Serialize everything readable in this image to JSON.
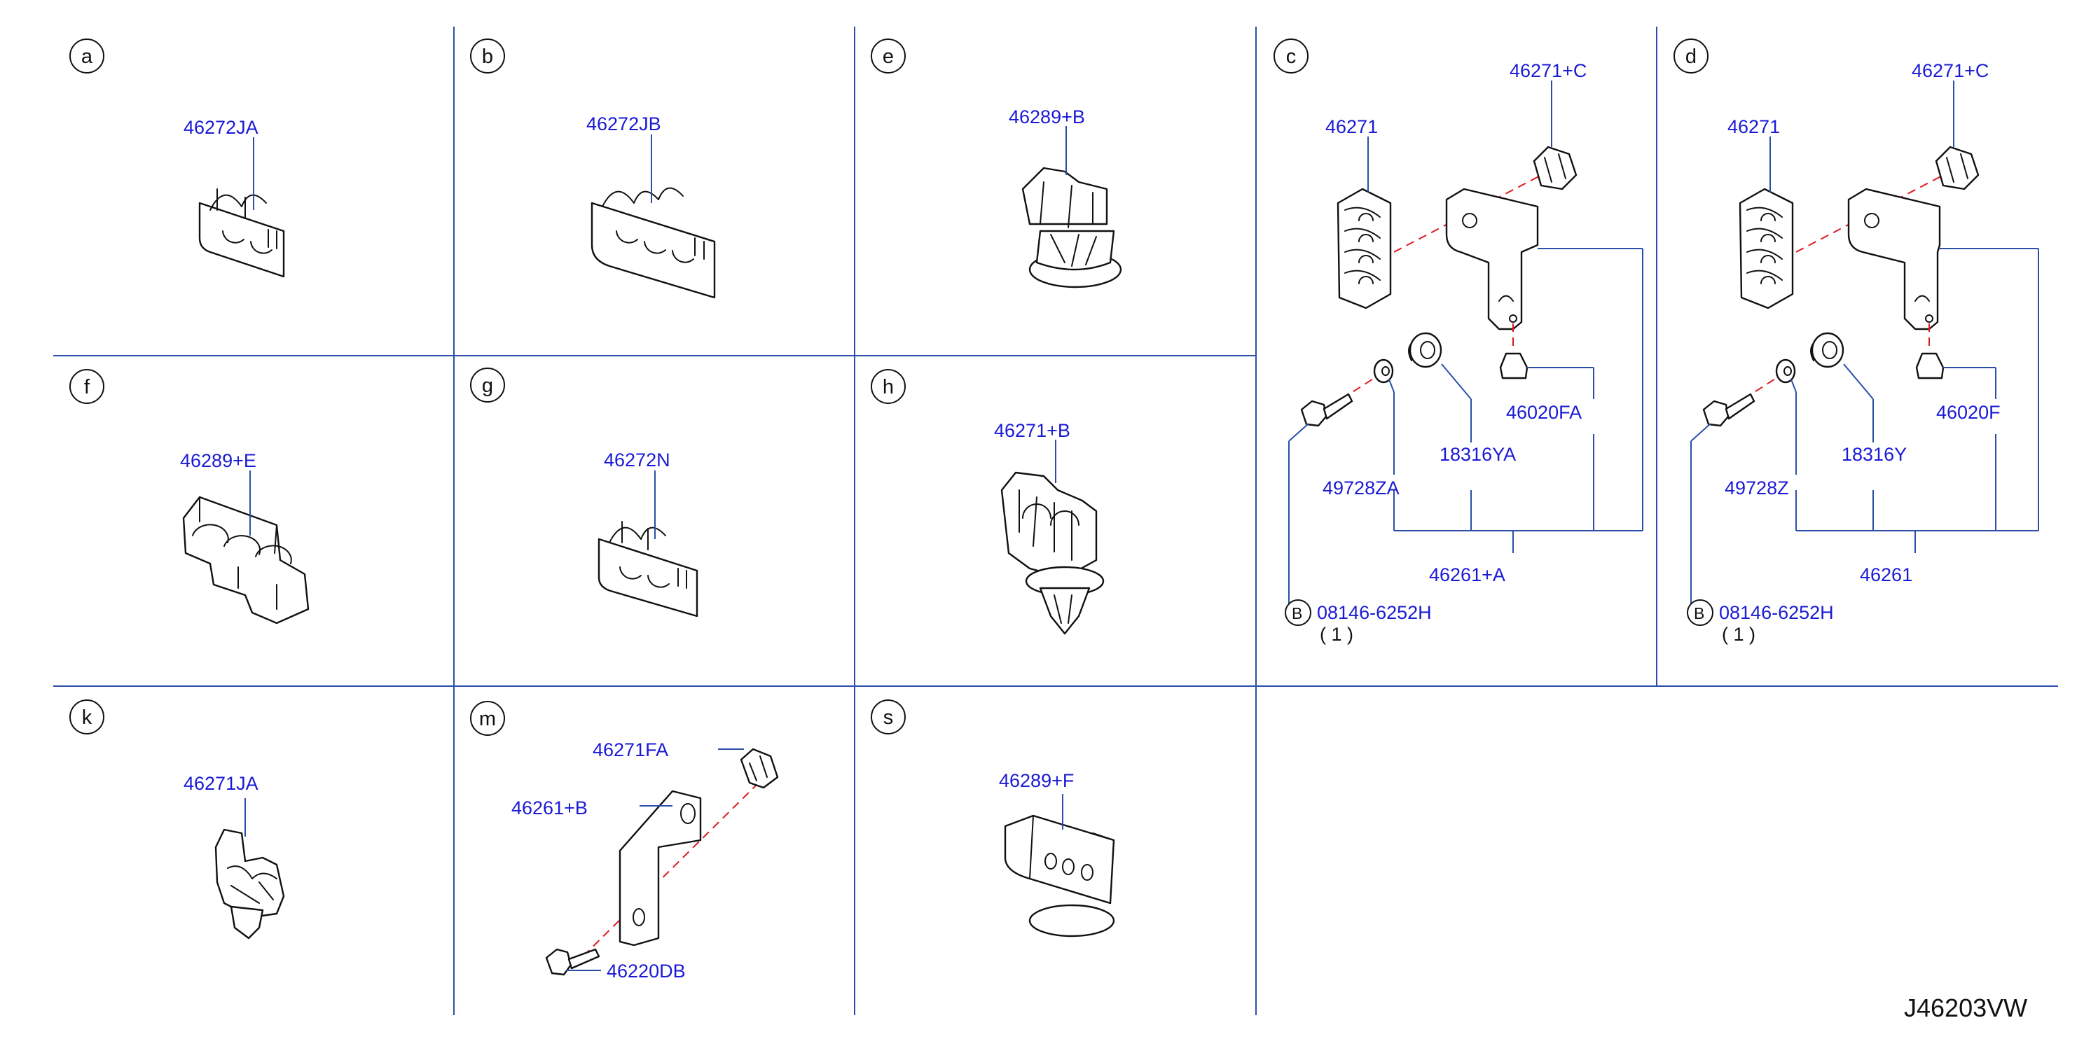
{
  "section_letters": {
    "a": "a",
    "b": "b",
    "e": "e",
    "c": "c",
    "d": "d",
    "f": "f",
    "g": "g",
    "h": "h",
    "k": "k",
    "m": "m",
    "s": "s"
  },
  "parts": {
    "a": "46272JA",
    "b": "46272JB",
    "e": "46289+B",
    "f": "46289+E",
    "g": "46272N",
    "h": "46271+B",
    "k": "46271JA",
    "m_clip": "46271FA",
    "m_bracket": "46261+B",
    "m_bolt": "46220DB",
    "s": "46289+F",
    "c_clamp": "46271",
    "c_clip": "46271+C",
    "c_cap": "46020FA",
    "c_grommet": "18316YA",
    "c_washer": "49728ZA",
    "c_assy": "46261+A",
    "c_bolt": "08146-6252H",
    "c_qty": "( 1 )",
    "d_clamp": "46271",
    "d_clip": "46271+C",
    "d_cap": "46020F",
    "d_grommet": "18316Y",
    "d_washer": "49728Z",
    "d_assy": "46261",
    "d_bolt": "08146-6252H",
    "d_qty": "( 1 )"
  },
  "bolt_marker": "B",
  "diagram_code": "J46203VW",
  "colors": {
    "grid": "#2b4fa8",
    "label": "#1a1ad6",
    "center_line": "#e0191e"
  }
}
